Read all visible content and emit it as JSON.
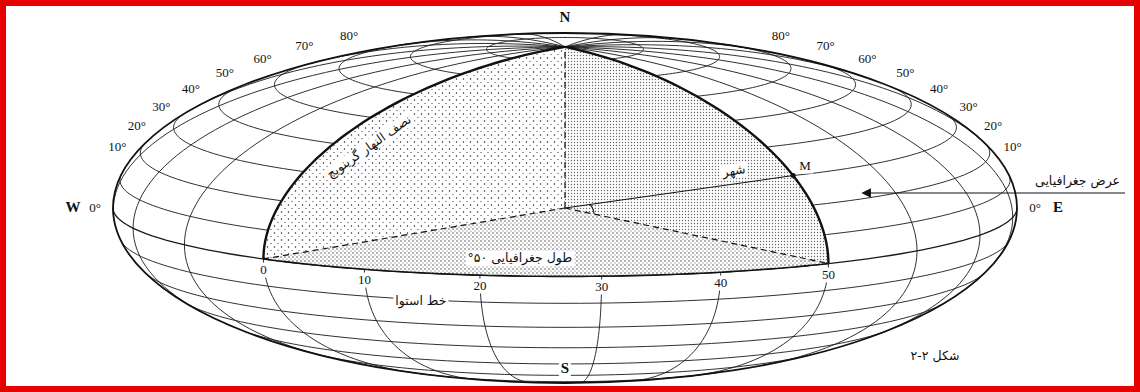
{
  "diagram": {
    "caption": "شکل ۲-۲",
    "labels": [
      "N",
      "80°",
      "70°",
      "60°",
      "50°",
      "40°",
      "30°",
      "20°",
      "10°",
      "W",
      "0°",
      "80°",
      "70°",
      "60°",
      "50°",
      "40°",
      "30°",
      "20°",
      "10°",
      "0°",
      "E",
      "0",
      "10",
      "20",
      "30",
      "40",
      "50",
      "نصف النهار گرینویچ",
      "شهر",
      "M",
      "عرض جغرافیایی",
      "طول جغرافیایی ۵۰°",
      "خط استوا",
      "S"
    ]
  }
}
